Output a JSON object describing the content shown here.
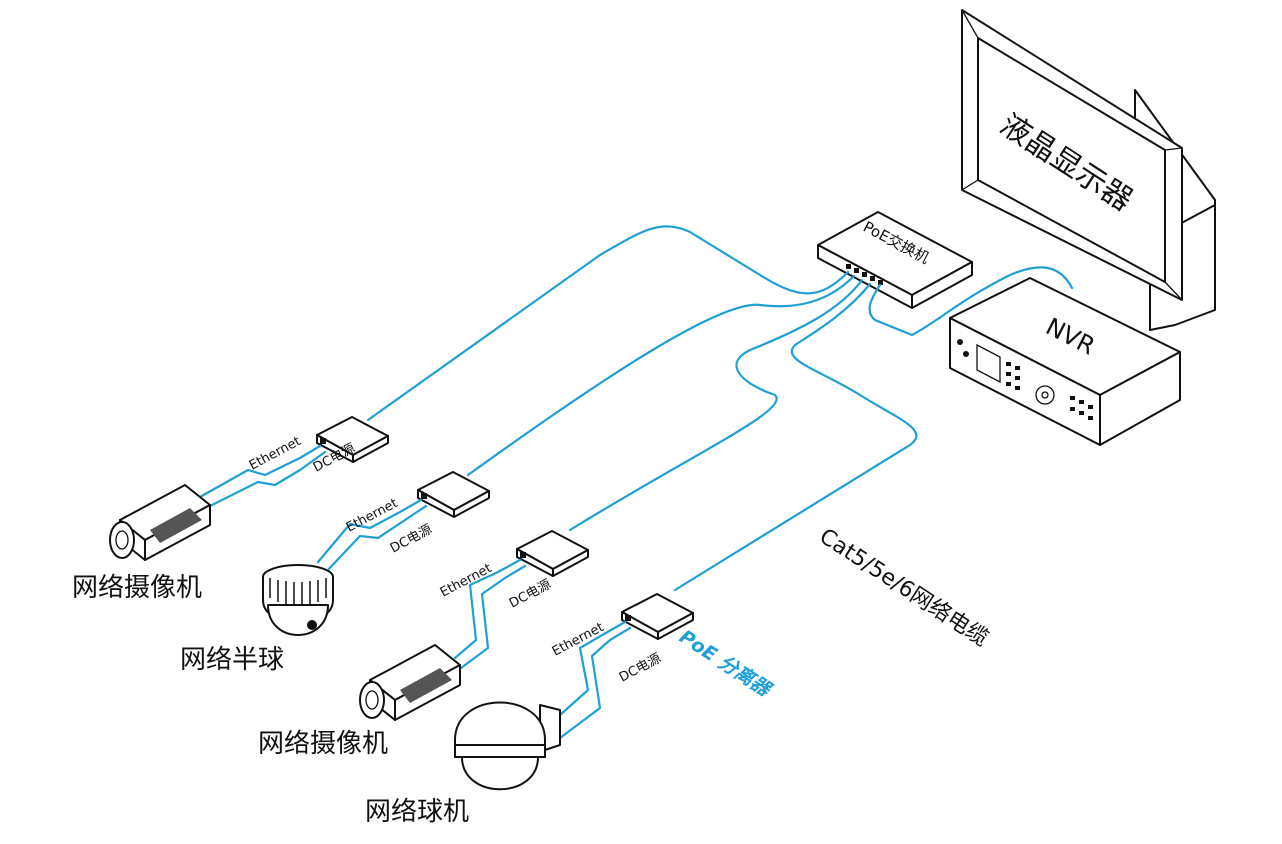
{
  "devices": {
    "monitor_label": "液晶显示器",
    "nvr_label": "NVR",
    "switch_label": "PoE交换机",
    "splitter_label": "PoE 分离器"
  },
  "cable_label": "Cat5/5e/6网络电缆",
  "port_labels": {
    "ethernet": "Ethernet",
    "dc": "DC电源"
  },
  "cameras": [
    {
      "label": "网络摄像机"
    },
    {
      "label": "网络半球"
    },
    {
      "label": "网络摄像机"
    },
    {
      "label": "网络球机"
    }
  ],
  "colors": {
    "cable": "#1e9fd8",
    "splitter_text": "#1e9fd8",
    "outline": "#111111"
  }
}
